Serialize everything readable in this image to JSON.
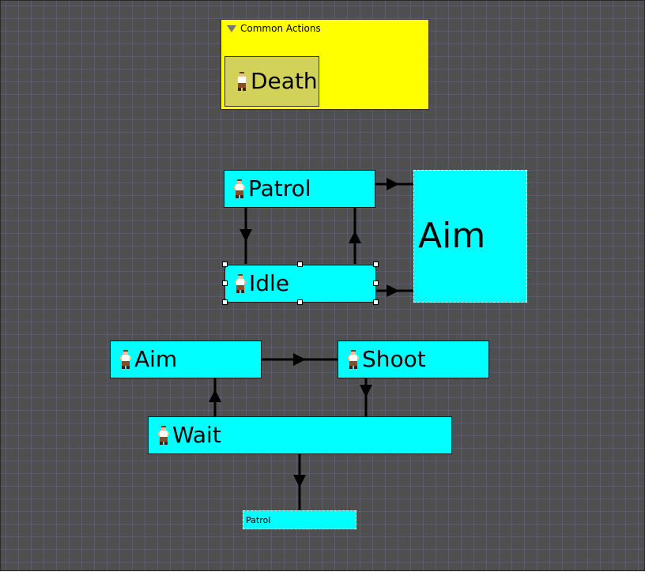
{
  "group": {
    "title": "Common Actions",
    "icon": "collapse-triangle-icon",
    "color": "#ffff00"
  },
  "nodes": {
    "death": {
      "label": "Death",
      "icon": "character-sprite-icon"
    },
    "patrol": {
      "label": "Patrol",
      "icon": "character-sprite-icon"
    },
    "idle": {
      "label": "Idle",
      "icon": "character-sprite-icon"
    },
    "aim_top": {
      "label": "Aim"
    },
    "aim": {
      "label": "Aim",
      "icon": "character-sprite-icon"
    },
    "shoot": {
      "label": "Shoot",
      "icon": "character-sprite-icon"
    },
    "wait": {
      "label": "Wait",
      "icon": "character-sprite-icon"
    },
    "patrol_ref": {
      "label": "Patrol"
    }
  },
  "colors": {
    "node": "#00ffff",
    "background": "#4f4f4f",
    "grid": "#5f5fb4",
    "group": "#ffff00",
    "death_node": "#d2d25a"
  }
}
